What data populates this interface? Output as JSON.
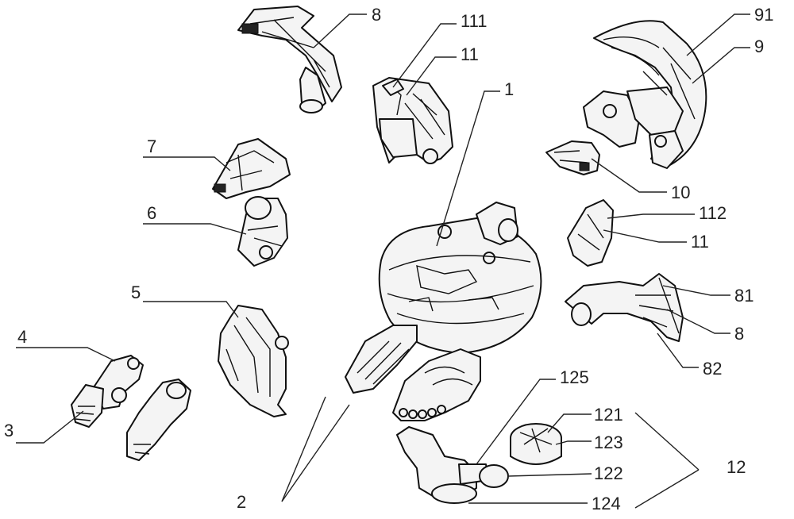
{
  "diagram": {
    "labels": {
      "p8_top": "8",
      "p111": "111",
      "p11_top": "11",
      "p91": "91",
      "p9": "9",
      "p1": "1",
      "p7": "7",
      "p6": "6",
      "p10": "10",
      "p112": "112",
      "p11_mid": "11",
      "p5": "5",
      "p81": "81",
      "p8_mid": "8",
      "p4": "4",
      "p82": "82",
      "p125": "125",
      "p3": "3",
      "p121": "121",
      "p123": "123",
      "p12": "12",
      "p122": "122",
      "p2": "2",
      "p124": "124"
    }
  }
}
